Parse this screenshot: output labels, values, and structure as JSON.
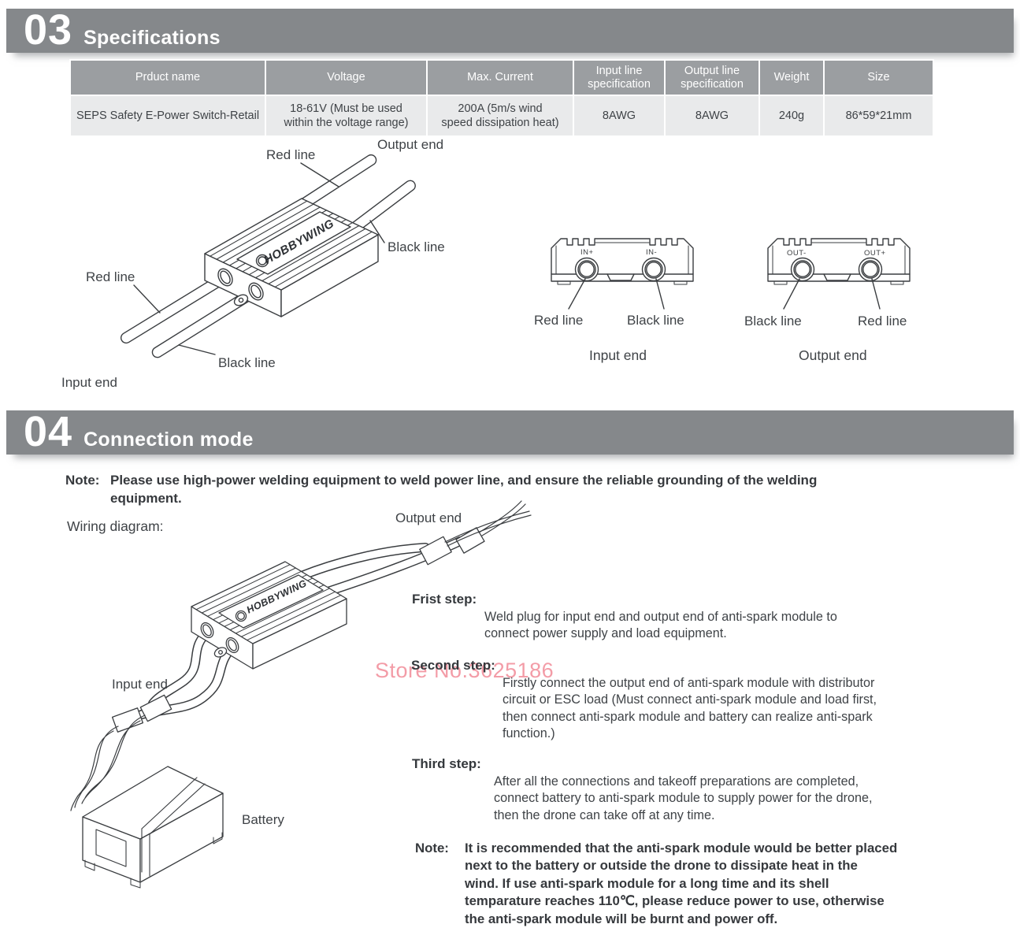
{
  "section03": {
    "number": "03",
    "title": "Specifications"
  },
  "spec_table": {
    "headers": [
      "Prduct name",
      "Voltage",
      "Max. Current",
      "Input line specification",
      "Output line specification",
      "Weight",
      "Size"
    ],
    "row": [
      "SEPS Safety E-Power Switch-Retail",
      "18-61V (Must be used\nwithin the voltage range)",
      "200A (5m/s wind\nspeed dissipation heat)",
      "8AWG",
      "8AWG",
      "240g",
      "86*59*21mm"
    ]
  },
  "top_diagram": {
    "brand": "HOBBYWING",
    "labels": {
      "red_line_top": "Red line",
      "output_end": "Output end",
      "black_line_right": "Black line",
      "red_line_left": "Red line",
      "black_line_bottom": "Black line",
      "input_end": "Input end"
    }
  },
  "input_view": {
    "terminal_left": "IN+",
    "terminal_right": "IN-",
    "label_left": "Red line",
    "label_right": "Black line",
    "caption": "Input end"
  },
  "output_view": {
    "terminal_left": "OUT-",
    "terminal_right": "OUT+",
    "label_left": "Black line",
    "label_right": "Red line",
    "caption": "Output end"
  },
  "section04": {
    "number": "04",
    "title": "Connection mode"
  },
  "connection_note": {
    "label": "Note:",
    "text": "Please use high-power welding equipment to weld power line, and ensure the reliable grounding of the welding\nequipment."
  },
  "wiring": {
    "heading": "Wiring diagram:",
    "brand": "HOBBYWING",
    "output_end": "Output end",
    "input_end": "Input end",
    "battery": "Battery"
  },
  "steps": [
    {
      "title": "Frist step:",
      "body": "Weld plug for input end and output end of anti-spark module to\nconnect power supply and load equipment."
    },
    {
      "title": "Second step:",
      "body": "Firstly connect the output end of anti-spark module with distributor\ncircuit or ESC load (Must connect anti-spark module and load first,\nthen connect anti-spark module and battery can realize anti-spark\nfunction.)"
    },
    {
      "title": "Third step:",
      "body": "After all the connections and takeoff preparations are completed,\nconnect battery to anti-spark module to supply power for the drone,\nthen the drone can take off at any time."
    }
  ],
  "bottom_note": {
    "label": "Note:",
    "text": "It is recommended that the anti-spark module would be better placed\nnext to the battery or outside the drone to dissipate heat in the\nwind. If use anti-spark module for a long time and its shell\ntemparature reaches 110℃, please reduce power to use, otherwise\nthe anti-spark module will be burnt and power off."
  },
  "watermark": "Store No.3625186",
  "colors": {
    "bar": "#85888b",
    "table_header": "#9b9ea1",
    "table_row": "#e9eaeb",
    "text": "#3f4347",
    "watermark": "#f2929e"
  }
}
